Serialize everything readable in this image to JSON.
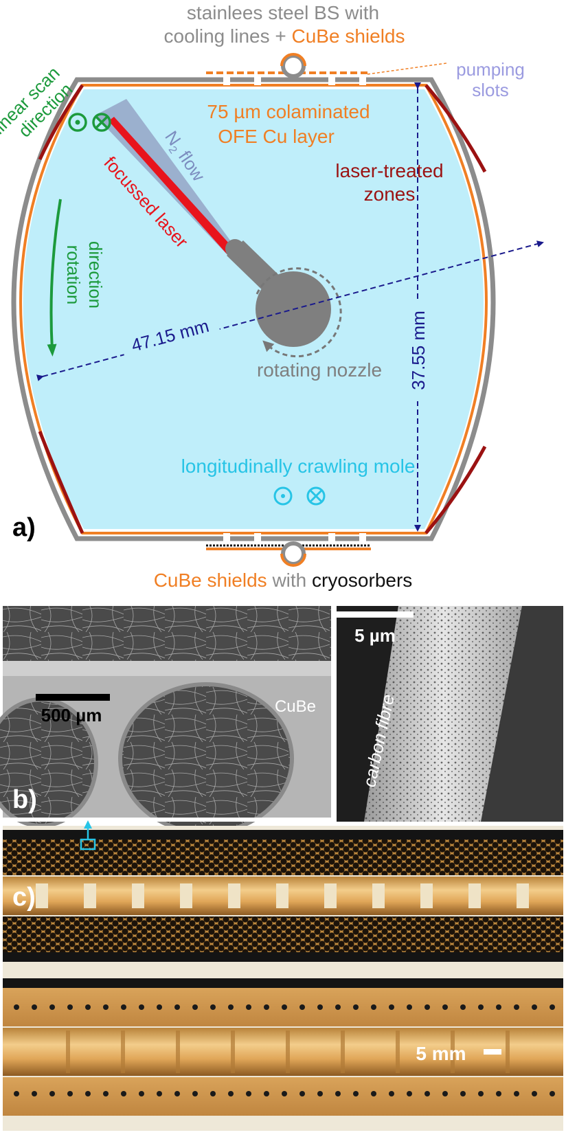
{
  "figure": {
    "panel_a": {
      "label": "a)",
      "top_label_line1": "stainlees steel BS with",
      "top_label_line2_gray": "cooling lines + ",
      "top_label_line2_orange": "CuBe shields",
      "pumping_slots_line1": "pumping",
      "pumping_slots_line2": "slots",
      "cu_layer_line1": "75 µm colaminated",
      "cu_layer_line2": "OFE Cu layer",
      "linear_scan_line1": "linear scan",
      "linear_scan_line2": "direction",
      "n2_flow_main": "N",
      "n2_flow_sub": "2",
      "n2_flow_rest": " flow",
      "focussed_laser": "focussed laser",
      "laser_treated_line1": "laser-treated",
      "laser_treated_line2": "zones",
      "rotation_line1": "rotation",
      "rotation_line2": "direction",
      "width_dim": "47.15 mm",
      "height_dim": "37.55 mm",
      "rotating_nozzle": "rotating nozzle",
      "mole_label": "longitudinally crawling mole",
      "bottom_label_orange": "CuBe shields",
      "bottom_label_gray": " with ",
      "bottom_label_black": "cryosorbers"
    },
    "panel_b": {
      "label": "b)",
      "left_scale": "500 µm",
      "cube_label": "CuBe",
      "right_scale": "5 µm",
      "fibre_label": "carbon fibre"
    },
    "panel_c": {
      "label": "c)",
      "scale": "5 mm"
    },
    "colors": {
      "copper_orange": "#f07f24",
      "steel_gray": "#8c8c8c",
      "bore_cyan": "#bfeefa",
      "laser_red": "#e8141c",
      "treated_darkred": "#9b1212",
      "dim_navy": "#1a1a8c",
      "accent_green": "#1c9a3c",
      "mole_cyan": "#27c4e6",
      "pump_lavender": "#9b9be0"
    },
    "icons": [
      "dot-circle-icon",
      "cross-circle-icon",
      "rotation-arrow-icon",
      "scale-bar-icon"
    ]
  }
}
